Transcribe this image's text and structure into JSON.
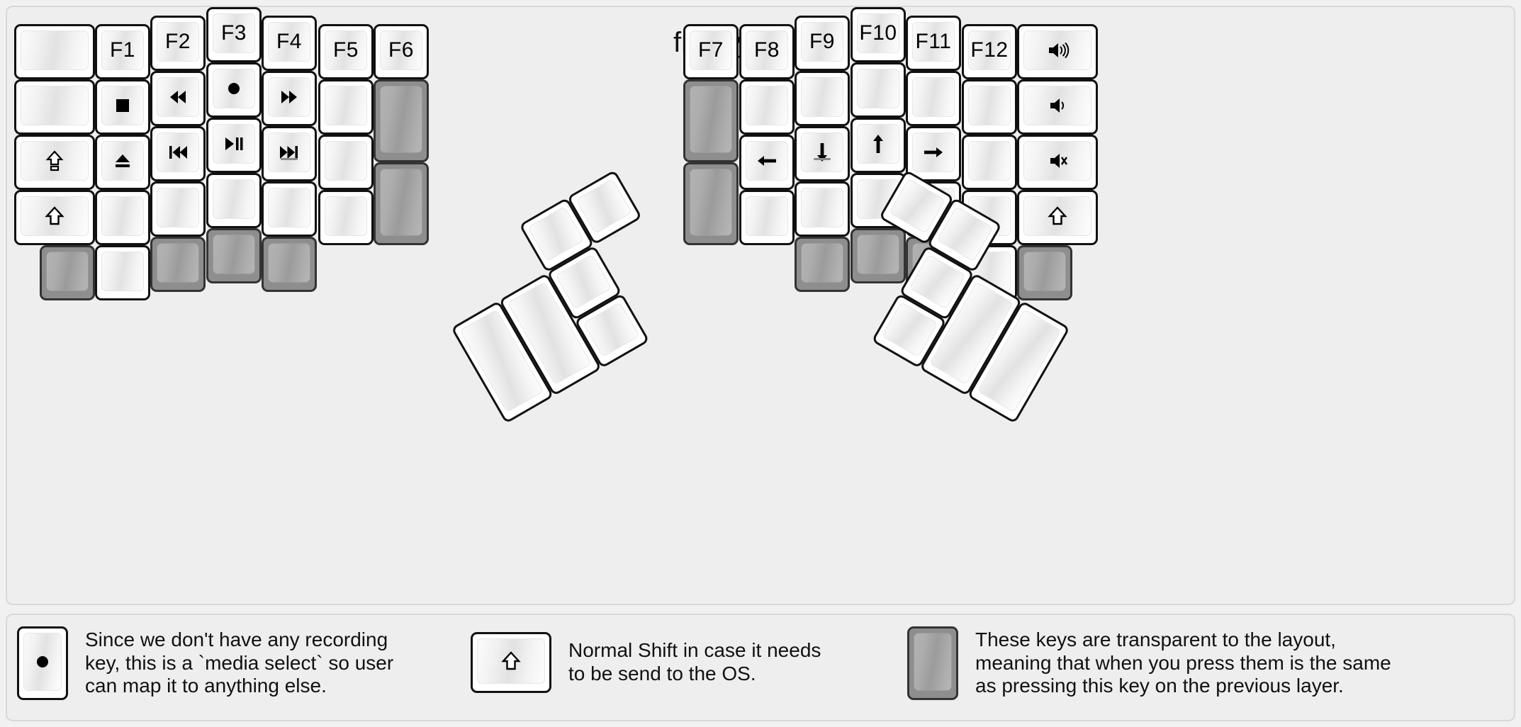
{
  "board": {
    "title": "fn Layer",
    "colors": {
      "background": "#f1f1f1",
      "panel": "#eeeeee",
      "key_face": "#ffffff",
      "key_outline": "#111111",
      "transparent_key": "#8e8e8e"
    }
  },
  "icons": {
    "record": "●",
    "stop": "■",
    "eject": "⏏",
    "rewind": "◀◀",
    "fast_forward": "▶▶",
    "prev_track": "⏮",
    "play_pause": "⏯",
    "next_track": "⏭",
    "caps_lock": "⇪",
    "shift": "⇧",
    "arrow_left": "←",
    "arrow_down": "↓",
    "arrow_up": "↑",
    "arrow_right": "→",
    "volume_up": "🔊",
    "volume_down": "🔉",
    "mute": "🔇"
  },
  "left_half": {
    "columns": [
      {
        "name": "col-outer",
        "keys": [
          {
            "label": "",
            "icon": "",
            "kind": "blank",
            "width": 1.5
          },
          {
            "label": "",
            "icon": "",
            "kind": "blank",
            "width": 1.5
          },
          {
            "label": "",
            "icon": "caps-lock-icon",
            "glyph": "⇪",
            "kind": "icon",
            "width": 1.5
          },
          {
            "label": "",
            "icon": "shift-icon",
            "glyph": "⇧",
            "kind": "icon",
            "width": 1.5
          },
          {
            "label": "",
            "icon": "",
            "kind": "transparent",
            "width": 1.0
          }
        ]
      },
      {
        "name": "col-f1",
        "keys": [
          {
            "label": "F1",
            "kind": "text"
          },
          {
            "label": "",
            "icon": "stop-icon",
            "glyph": "■",
            "kind": "icon"
          },
          {
            "label": "",
            "icon": "eject-icon",
            "glyph": "eject",
            "kind": "icon"
          },
          {
            "label": "",
            "kind": "blank"
          },
          {
            "label": "",
            "kind": "blank"
          }
        ]
      },
      {
        "name": "col-f2",
        "keys": [
          {
            "label": "F2",
            "kind": "text"
          },
          {
            "label": "",
            "icon": "rewind-icon",
            "glyph": "◀◀",
            "kind": "icon"
          },
          {
            "label": "",
            "icon": "previous-track-icon",
            "glyph": "prev",
            "kind": "icon"
          },
          {
            "label": "",
            "kind": "blank"
          },
          {
            "label": "",
            "kind": "transparent"
          }
        ]
      },
      {
        "name": "col-f3",
        "keys": [
          {
            "label": "F3",
            "kind": "text"
          },
          {
            "label": "",
            "icon": "record-icon",
            "glyph": "●",
            "kind": "icon"
          },
          {
            "label": "",
            "icon": "play-pause-icon",
            "glyph": "playpause",
            "kind": "icon"
          },
          {
            "label": "",
            "kind": "blank"
          },
          {
            "label": "",
            "kind": "transparent"
          }
        ]
      },
      {
        "name": "col-f4",
        "keys": [
          {
            "label": "F4",
            "kind": "text"
          },
          {
            "label": "",
            "icon": "fast-forward-icon",
            "glyph": "▶▶",
            "kind": "icon"
          },
          {
            "label": "",
            "icon": "next-track-icon",
            "glyph": "next",
            "kind": "icon",
            "homing": true
          },
          {
            "label": "",
            "kind": "blank"
          },
          {
            "label": "",
            "kind": "transparent"
          }
        ]
      },
      {
        "name": "col-f5",
        "keys": [
          {
            "label": "F5",
            "kind": "text"
          },
          {
            "label": "",
            "kind": "blank"
          },
          {
            "label": "",
            "kind": "blank"
          },
          {
            "label": "",
            "kind": "blank"
          }
        ]
      },
      {
        "name": "col-f6",
        "keys": [
          {
            "label": "F6",
            "kind": "text"
          },
          {
            "label": "",
            "kind": "transparent",
            "height": 1.5
          },
          {
            "label": "",
            "kind": "transparent",
            "height": 1.5
          }
        ]
      }
    ],
    "thumb_cluster": {
      "rotation_deg": -30,
      "keys": [
        {
          "label": "",
          "kind": "blank",
          "size": "2u-tall"
        },
        {
          "label": "",
          "kind": "blank",
          "size": "2u-tall"
        },
        {
          "label": "",
          "kind": "blank",
          "size": "1u"
        },
        {
          "label": "",
          "kind": "blank",
          "size": "1u"
        },
        {
          "label": "",
          "kind": "blank",
          "size": "1u"
        },
        {
          "label": "",
          "kind": "blank",
          "size": "1u"
        }
      ]
    }
  },
  "right_half": {
    "columns": [
      {
        "name": "col-f7",
        "keys": [
          {
            "label": "F7",
            "kind": "text"
          },
          {
            "label": "",
            "kind": "transparent",
            "height": 1.5
          },
          {
            "label": "",
            "kind": "transparent",
            "height": 1.5
          }
        ]
      },
      {
        "name": "col-f8",
        "keys": [
          {
            "label": "F8",
            "kind": "text"
          },
          {
            "label": "",
            "kind": "blank"
          },
          {
            "label": "",
            "icon": "arrow-left-icon",
            "glyph": "←",
            "kind": "icon"
          },
          {
            "label": "",
            "kind": "blank"
          }
        ]
      },
      {
        "name": "col-f9",
        "keys": [
          {
            "label": "F9",
            "kind": "text"
          },
          {
            "label": "",
            "kind": "blank"
          },
          {
            "label": "",
            "icon": "arrow-down-icon",
            "glyph": "↓",
            "kind": "icon",
            "homing": true
          },
          {
            "label": "",
            "kind": "blank"
          },
          {
            "label": "",
            "kind": "transparent"
          }
        ]
      },
      {
        "name": "col-f10",
        "keys": [
          {
            "label": "F10",
            "kind": "text"
          },
          {
            "label": "",
            "kind": "blank"
          },
          {
            "label": "",
            "icon": "arrow-up-icon",
            "glyph": "↑",
            "kind": "icon"
          },
          {
            "label": "",
            "kind": "blank"
          },
          {
            "label": "",
            "kind": "transparent"
          }
        ]
      },
      {
        "name": "col-f11",
        "keys": [
          {
            "label": "F11",
            "kind": "text"
          },
          {
            "label": "",
            "kind": "blank"
          },
          {
            "label": "",
            "icon": "arrow-right-icon",
            "glyph": "→",
            "kind": "icon"
          },
          {
            "label": "",
            "kind": "blank"
          },
          {
            "label": "",
            "kind": "transparent"
          }
        ]
      },
      {
        "name": "col-f12",
        "keys": [
          {
            "label": "F12",
            "kind": "text"
          },
          {
            "label": "",
            "kind": "blank"
          },
          {
            "label": "",
            "kind": "blank"
          },
          {
            "label": "",
            "kind": "blank"
          },
          {
            "label": "",
            "kind": "blank"
          }
        ]
      },
      {
        "name": "col-outer",
        "keys": [
          {
            "label": "",
            "icon": "volume-up-icon",
            "glyph": "volup",
            "kind": "icon",
            "width": 1.5
          },
          {
            "label": "",
            "icon": "volume-down-icon",
            "glyph": "voldown",
            "kind": "icon",
            "width": 1.5
          },
          {
            "label": "",
            "icon": "mute-icon",
            "glyph": "mute",
            "kind": "icon",
            "width": 1.5
          },
          {
            "label": "",
            "icon": "shift-icon",
            "glyph": "⇧",
            "kind": "icon",
            "width": 1.5
          },
          {
            "label": "",
            "kind": "transparent",
            "width": 1.0
          }
        ]
      }
    ],
    "thumb_cluster": {
      "rotation_deg": 30,
      "keys": [
        {
          "label": "",
          "kind": "blank",
          "size": "1u"
        },
        {
          "label": "",
          "kind": "blank",
          "size": "1u"
        },
        {
          "label": "",
          "kind": "blank",
          "size": "1u"
        },
        {
          "label": "",
          "kind": "blank",
          "size": "1u"
        },
        {
          "label": "",
          "kind": "blank",
          "size": "2u-tall"
        },
        {
          "label": "",
          "kind": "blank",
          "size": "2u-tall"
        }
      ]
    }
  },
  "legend": {
    "items": [
      {
        "key_kind": "icon",
        "key_icon": "record-icon",
        "key_glyph": "●",
        "text": "Since we don't have any recording\nkey, this is a `media select` so user\ncan map it to anything else."
      },
      {
        "key_kind": "icon",
        "key_icon": "shift-icon",
        "key_glyph": "⇧",
        "text": "Normal Shift in case it needs\nto be send to the OS."
      },
      {
        "key_kind": "transparent",
        "key_icon": "",
        "key_glyph": "",
        "text": "These keys are transparent to the layout,\nmeaning that when you press them is the same\nas pressing this key on the previous layer."
      }
    ]
  }
}
